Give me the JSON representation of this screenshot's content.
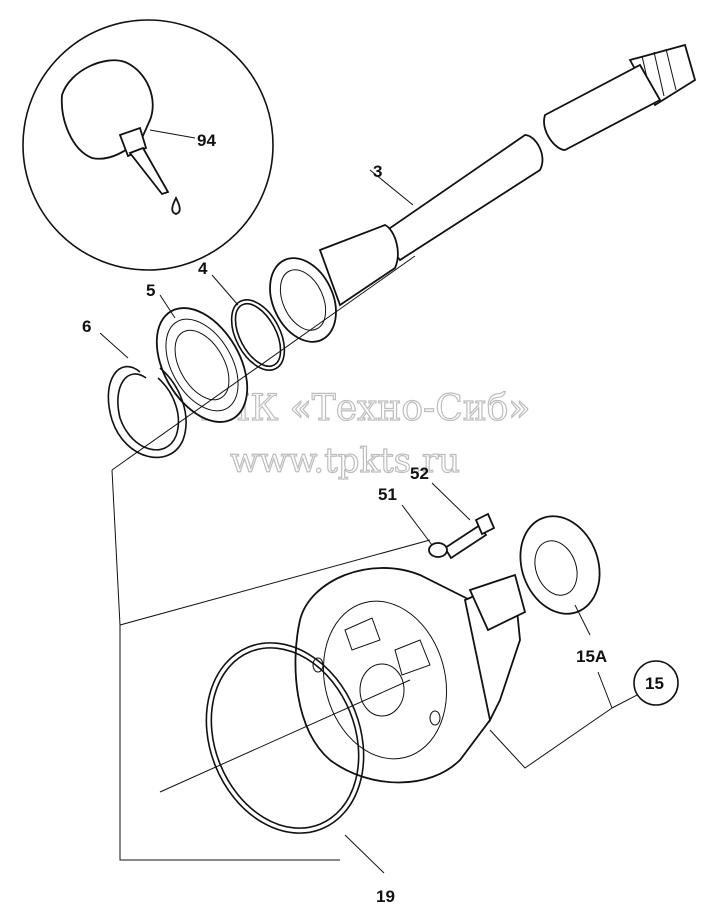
{
  "parts": {
    "p94": "94",
    "p3": "3",
    "p4": "4",
    "p5": "5",
    "p6": "6",
    "p52": "52",
    "p51": "51",
    "p15A": "15A",
    "p15": "15",
    "p19": "19"
  },
  "watermark": {
    "line1": "ТПК «Техно-Сиб»",
    "line2": "www.tpkts.ru"
  }
}
